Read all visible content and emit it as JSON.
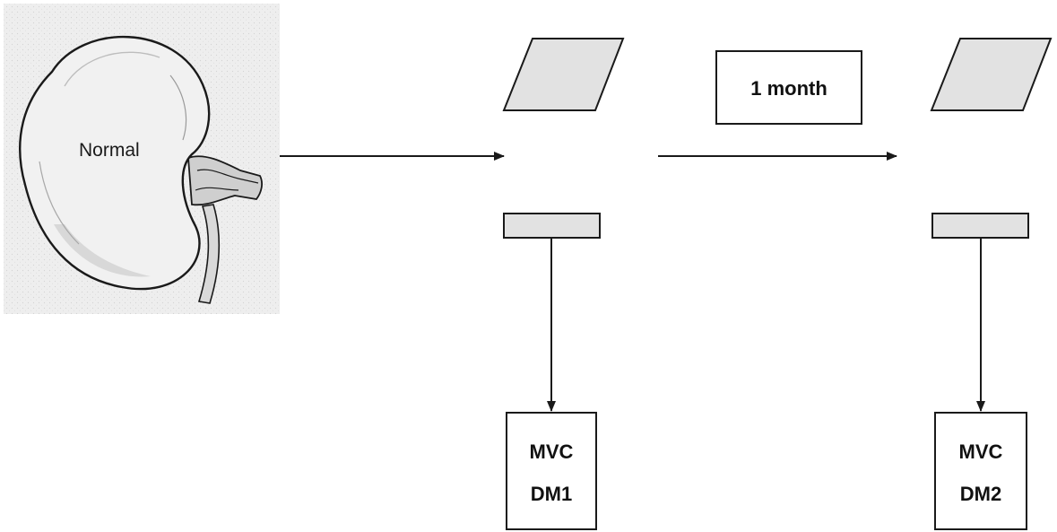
{
  "organ": {
    "label": "Normal",
    "icon": "kidney-illustration"
  },
  "interval": {
    "label": "1 month"
  },
  "timepoints": [
    {
      "measure": "MVC",
      "sample": "DM1"
    },
    {
      "measure": "MVC",
      "sample": "DM2"
    }
  ],
  "colors": {
    "shape_fill": "#e2e2e2",
    "stroke": "#1a1a1a",
    "kidney_fill": "#f0f0f0",
    "kidney_shadow": "#d6d6d6",
    "background_panel": "#efefef"
  }
}
